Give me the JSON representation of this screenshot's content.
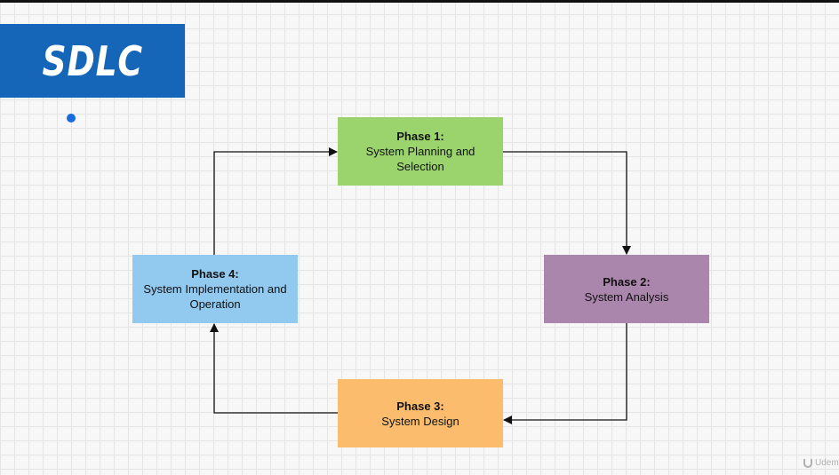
{
  "title": "SDLC",
  "phases": [
    {
      "heading": "Phase 1:",
      "lines": [
        "System Planning and",
        "Selection"
      ]
    },
    {
      "heading": "Phase 2:",
      "lines": [
        "System Analysis"
      ]
    },
    {
      "heading": "Phase 3:",
      "lines": [
        "System Design"
      ]
    },
    {
      "heading": "Phase 4:",
      "lines": [
        "System Implementation and",
        "Operation"
      ]
    }
  ],
  "colors": {
    "title_banner": "#1565b9",
    "phase_1": "#9bd46c",
    "phase_2": "#aa86ad",
    "phase_3": "#fbbd6d",
    "phase_4": "#92c9ef"
  },
  "watermark": "Udemy"
}
